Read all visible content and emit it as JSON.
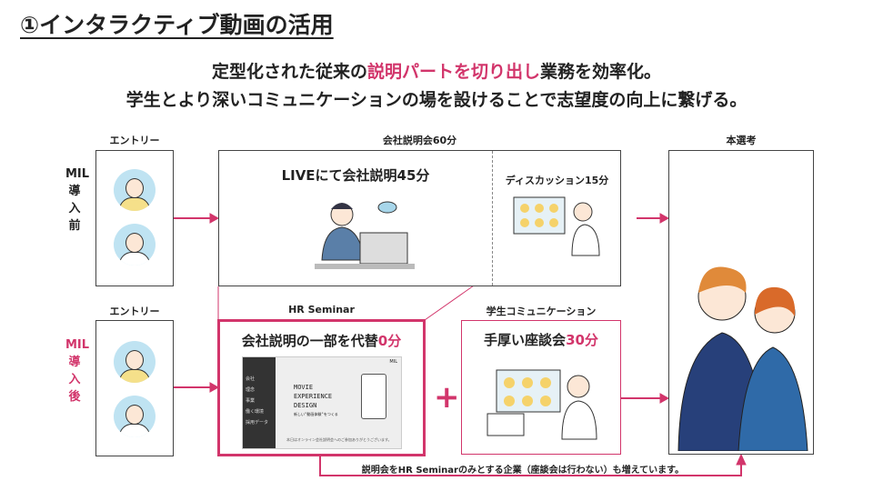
{
  "title": "①インタラクティブ動画の活用",
  "subtitle": {
    "line1_pre": "定型化された従来の",
    "line1_highlight": "説明パートを切り出し",
    "line1_post": "業務を効率化。",
    "line2": "学生とより深いコミュニケーションの場を設けることで志望度の向上に繋げる。"
  },
  "before": {
    "row_label": "MIL導入前",
    "entry_label": "エントリー",
    "session_label": "会社説明会60分",
    "live_heading": "LIVEにて会社説明45分",
    "discussion_heading": "ディスカッション15分"
  },
  "after": {
    "row_label": "MIL導入後",
    "entry_label": "エントリー",
    "hr_label": "HR Seminar",
    "hr_heading_pre": "会社説明の一部を代替",
    "hr_heading_highlight": "0分",
    "comm_label": "学生コミュニケーション",
    "comm_heading_pre": "手厚い座談会",
    "comm_heading_highlight": "30分",
    "plus": "+",
    "note": "説明会をHR Seminarのみとする企業（座談会は行わない）も増えています。"
  },
  "final": {
    "label": "本選考"
  },
  "mockup": {
    "brand": "MIL",
    "menu": [
      "会社",
      "理念",
      "事業",
      "働く環境",
      "採用データ"
    ],
    "headline": [
      "MOVIE",
      "EXPERIENCE",
      "DESIGN"
    ],
    "tagline": "新しい\"動画体験\"をつくる",
    "footer": "本日はオンライン会社説明会へのご参加ありがとうございます。"
  },
  "colors": {
    "accent": "#d2356b"
  }
}
